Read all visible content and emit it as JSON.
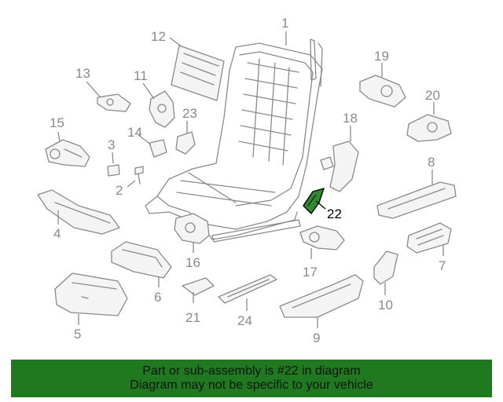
{
  "callouts": [
    {
      "id": "1",
      "label": "1"
    },
    {
      "id": "2",
      "label": "2"
    },
    {
      "id": "3",
      "label": "3"
    },
    {
      "id": "4",
      "label": "4"
    },
    {
      "id": "5",
      "label": "5"
    },
    {
      "id": "6",
      "label": "6"
    },
    {
      "id": "7",
      "label": "7"
    },
    {
      "id": "8",
      "label": "8"
    },
    {
      "id": "9",
      "label": "9"
    },
    {
      "id": "10",
      "label": "10"
    },
    {
      "id": "11",
      "label": "11"
    },
    {
      "id": "12",
      "label": "12"
    },
    {
      "id": "13",
      "label": "13"
    },
    {
      "id": "14",
      "label": "14"
    },
    {
      "id": "15",
      "label": "15"
    },
    {
      "id": "16",
      "label": "16"
    },
    {
      "id": "17",
      "label": "17"
    },
    {
      "id": "18",
      "label": "18"
    },
    {
      "id": "19",
      "label": "19"
    },
    {
      "id": "20",
      "label": "20"
    },
    {
      "id": "21",
      "label": "21"
    },
    {
      "id": "22",
      "label": "22"
    },
    {
      "id": "23",
      "label": "23"
    },
    {
      "id": "24",
      "label": "24"
    }
  ],
  "highlighted_part": "22",
  "colors": {
    "banner_background": "#1f7a1f",
    "highlight_part": "#2e8b2e",
    "line_art": "#8a8a8a"
  },
  "banner": {
    "line1": "Part or sub-assembly is #22 in diagram",
    "line2": "Diagram may not be specific to your vehicle"
  }
}
